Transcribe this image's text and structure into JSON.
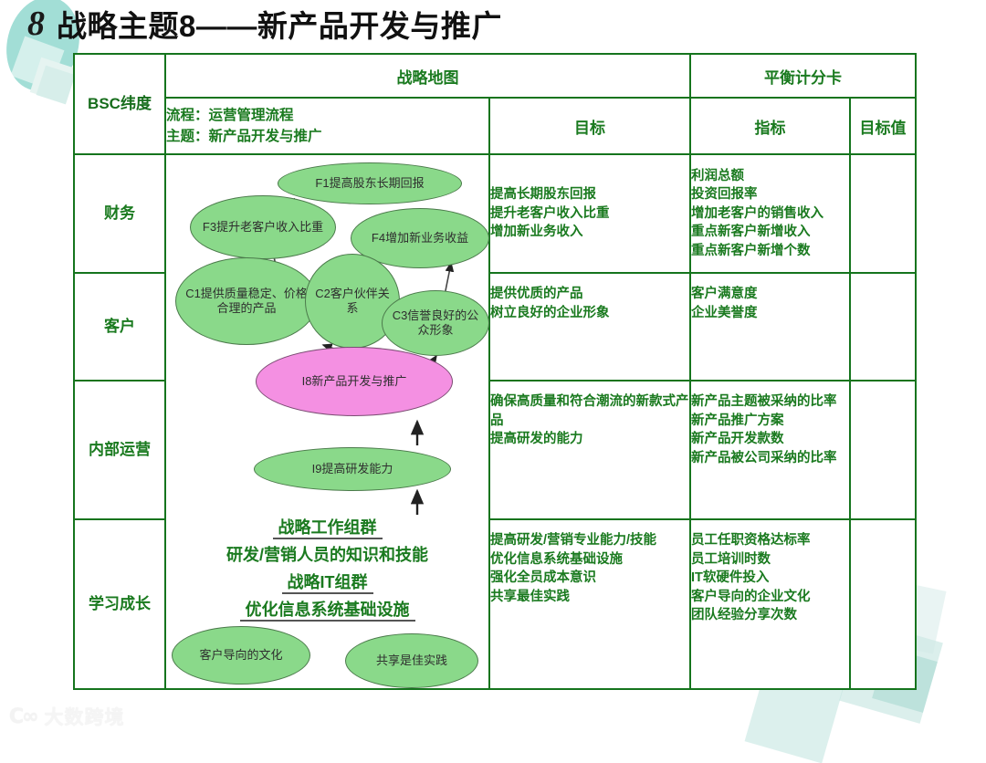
{
  "title": {
    "number": "8",
    "text": "战略主题8——新产品开发与推广"
  },
  "table": {
    "headers": {
      "dimension": "BSC纬度",
      "strategy_map": "战略地图",
      "scorecard": "平衡计分卡",
      "objective": "目标",
      "indicator": "指标",
      "target_value": "目标值"
    },
    "topic_block": {
      "process_line": "流程：运营管理流程",
      "theme_line": "主题：新产品开发与推广"
    },
    "rows": [
      {
        "dimension": "财务",
        "objectives": [
          "提高长期股东回报",
          "提升老客户收入比重",
          "增加新业务收入"
        ],
        "indicators": [
          "利润总额",
          "投资回报率",
          "增加老客户的销售收入",
          "重点新客户新增收入",
          "重点新客户新增个数"
        ],
        "target_value": ""
      },
      {
        "dimension": "客户",
        "objectives": [
          "提供优质的产品",
          "树立良好的企业形象"
        ],
        "indicators": [
          "客户满意度",
          "企业美誉度"
        ],
        "target_value": ""
      },
      {
        "dimension": "内部运营",
        "objectives": [
          "确保高质量和符合潮流的新款式产品",
          "提高研发的能力"
        ],
        "indicators": [
          "新产品主题被采纳的比率",
          "新产品推广方案",
          "新产品开发款数",
          "新产品被公司采纳的比率"
        ],
        "target_value": ""
      },
      {
        "dimension": "学习成长",
        "objectives": [
          "提高研发/营销专业能力/技能",
          "优化信息系统基础设施",
          "强化全员成本意识",
          "共享最佳实践"
        ],
        "indicators": [
          "员工任职资格达标率",
          "员工培训时数",
          "IT软硬件投入",
          "客户导向的企业文化",
          "团队经验分享次数"
        ],
        "target_value": ""
      }
    ]
  },
  "strategy_map": {
    "finance_nodes": [
      {
        "id": "F1",
        "label": "F1提高股东长期回报"
      },
      {
        "id": "F3",
        "label": "F3提升老客户收入比重"
      },
      {
        "id": "F4",
        "label": "F4增加新业务收益"
      }
    ],
    "customer_nodes": [
      {
        "id": "C1",
        "label": "C1提供质量稳定、价格合理的产品"
      },
      {
        "id": "C2",
        "label": "C2客户伙伴关系"
      },
      {
        "id": "C3",
        "label": "C3信誉良好的公众形象"
      }
    ],
    "internal_nodes": [
      {
        "id": "I8",
        "label": "I8新产品开发与推广",
        "highlight": true
      },
      {
        "id": "I9",
        "label": "I9提高研发能力",
        "highlight": false
      }
    ],
    "learning_group_lines": [
      "战略工作组群",
      "研发/营销人员的知识和技能",
      "战略IT组群",
      "优化信息系统基础设施"
    ],
    "learning_nodes": [
      {
        "id": "L1",
        "label": "客户导向的文化"
      },
      {
        "id": "L2",
        "label": "共享是佳实践"
      }
    ]
  },
  "watermark": {
    "mark": "Ⅽ∞",
    "text": "大数跨境"
  },
  "colors": {
    "table_border": "#15741d",
    "text_green": "#1a7a1f",
    "node_green": "#8ad98a",
    "node_pink": "#f490e2",
    "deco_teal": "#9adbd2"
  }
}
